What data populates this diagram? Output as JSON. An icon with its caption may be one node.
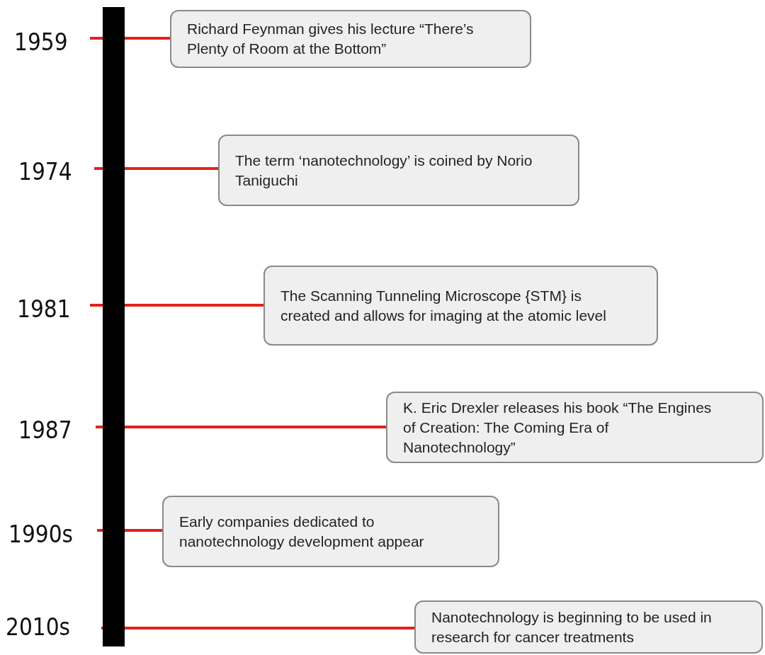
{
  "diagram": {
    "nodes": [
      {
        "text": [],
        "shape": "bar"
      },
      {
        "text": [
          "Richard Feynman gives his lecture “There’s Plenty of Room at the Bottom”"
        ]
      },
      {
        "text": [
          "The term ‘nanotechnology’ is coined by Norio Taniguchi"
        ]
      },
      {
        "text": [
          "The Scanning Tunneling Microscope {STM} is created and allows for imaging at the atomic level"
        ]
      },
      {
        "text": [
          "K. Eric Drexler releases his book “The Engines of Creation: The Coming Era of Nanotechnology”"
        ]
      },
      {
        "text": [
          "Early companies dedicated to nanotechnology development appear"
        ]
      },
      {
        "text": [
          "Nanotechnology is beginning to be used in research for cancer treatments"
        ]
      }
    ],
    "edges": [
      {
        "from": 0,
        "to": 1,
        "arrow": "none"
      },
      {
        "from": 0,
        "to": 2,
        "arrow": "none"
      },
      {
        "from": 0,
        "to": 3,
        "arrow": "none"
      },
      {
        "from": 0,
        "to": 4,
        "arrow": "none"
      },
      {
        "from": 0,
        "to": 5,
        "arrow": "none"
      },
      {
        "from": 0,
        "to": 6,
        "arrow": "none"
      }
    ],
    "labels": [
      "1959",
      "1974",
      "1981",
      "1987",
      "1990s",
      "2010s"
    ]
  }
}
